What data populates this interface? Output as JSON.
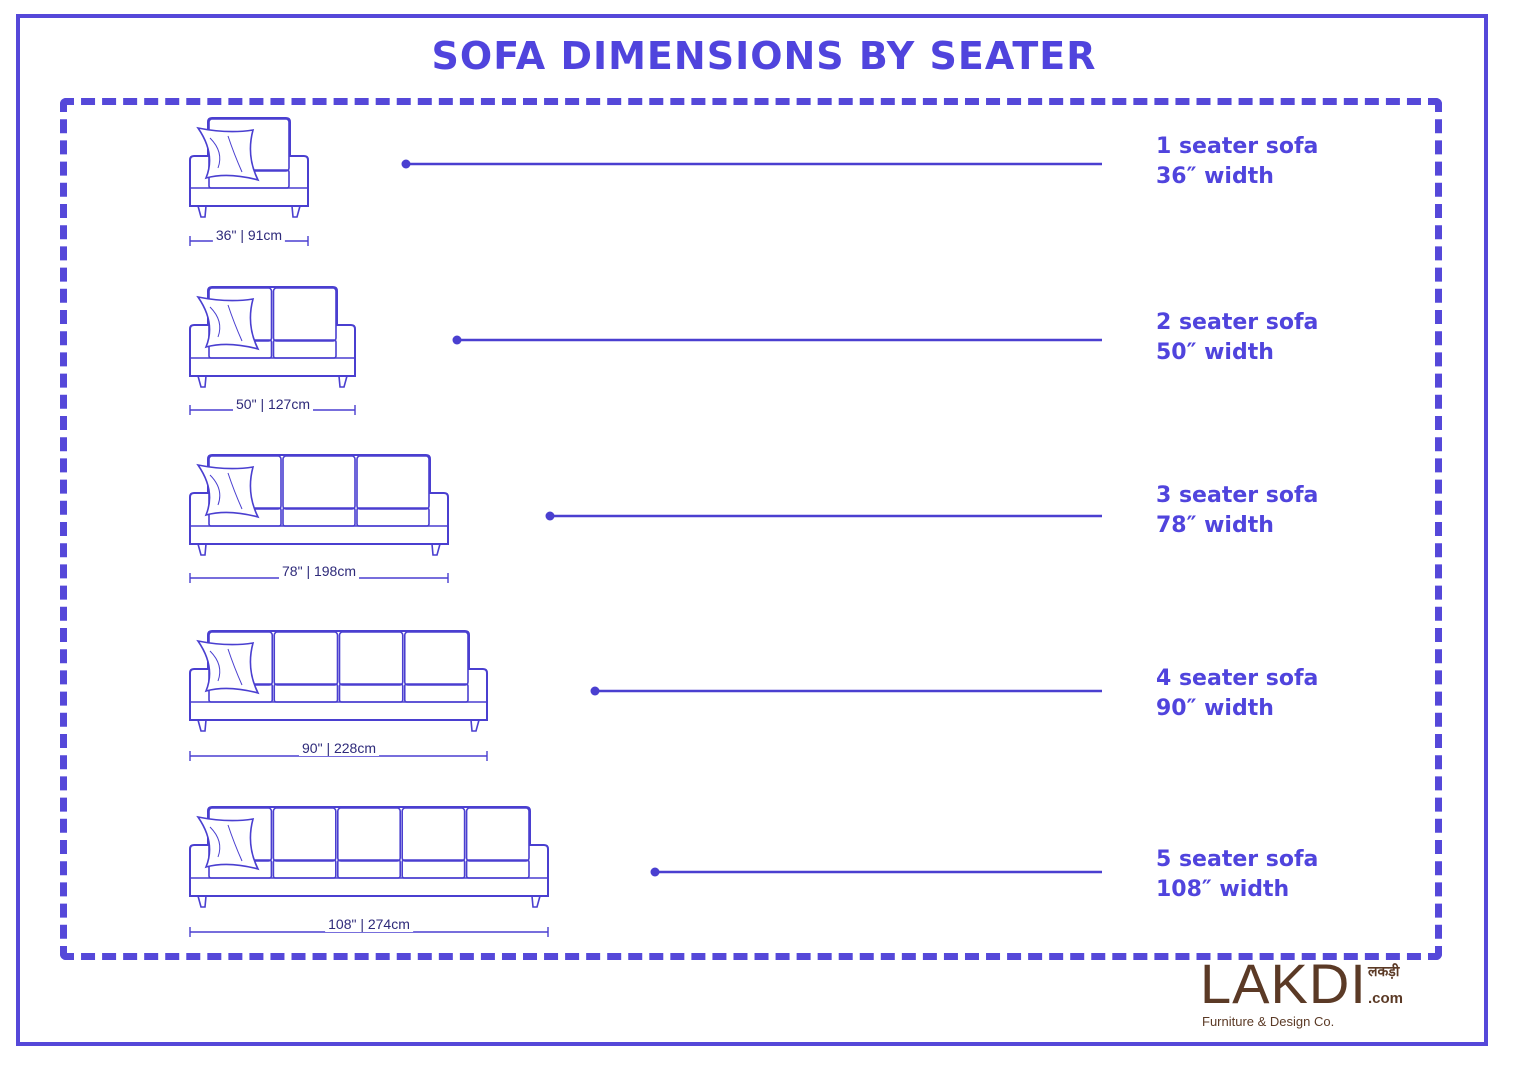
{
  "title": "SOFA DIMENSIONS BY SEATER",
  "colors": {
    "accent": "#5548d9",
    "line_art": "#4a3fd0",
    "dim_text": "#2e2a7a",
    "logo_brown": "#5b3a26"
  },
  "sofas": [
    {
      "seats": 1,
      "name": "1 seater sofa",
      "width_label": "36″ width",
      "dimension": "36\" | 91cm"
    },
    {
      "seats": 2,
      "name": "2 seater sofa",
      "width_label": "50″ width",
      "dimension": "50\" | 127cm"
    },
    {
      "seats": 3,
      "name": "3 seater sofa",
      "width_label": "78″ width",
      "dimension": "78\" | 198cm"
    },
    {
      "seats": 4,
      "name": "4 seater sofa",
      "width_label": "90″ width",
      "dimension": "90\" | 228cm"
    },
    {
      "seats": 5,
      "name": "5 seater sofa",
      "width_label": "108″ width",
      "dimension": "108\" | 274cm"
    }
  ],
  "logo": {
    "word": "LAKDI",
    "hindi": "लकड़ी",
    "dotcom": ".com",
    "tagline": "Furniture & Design Co."
  }
}
